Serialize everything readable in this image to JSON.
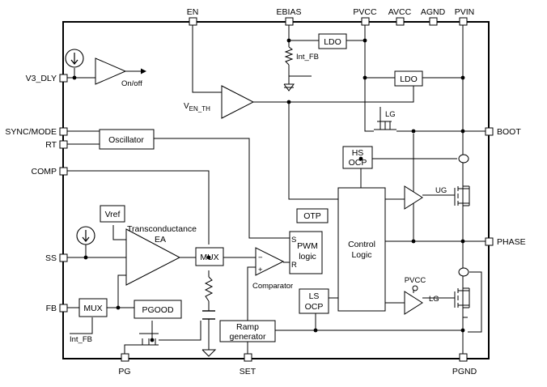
{
  "pins": {
    "en": "EN",
    "ebias": "EBIAS",
    "pvcc": "PVCC",
    "avcc": "AVCC",
    "agnd": "AGND",
    "pvin": "PVIN",
    "v3_dly": "V3_DLY",
    "sync_mode": "SYNC/MODE",
    "rt": "RT",
    "comp": "COMP",
    "ss": "SS",
    "fb": "FB",
    "boot": "BOOT",
    "phase": "PHASE",
    "pg": "PG",
    "set": "SET",
    "pgnd": "PGND"
  },
  "blocks": {
    "ldo_top": "LDO",
    "ldo_mid": "LDO",
    "oscillator": "Oscillator",
    "hs_ocp_1": "HS",
    "hs_ocp_2": "OCP",
    "otp": "OTP",
    "pwm_1": "PWM",
    "pwm_2": "logic",
    "control_1": "Control",
    "control_2": "Logic",
    "ls_ocp_1": "LS",
    "ls_ocp_2": "OCP",
    "vref": "Vref",
    "mux_ea": "MUX",
    "mux_fb": "MUX",
    "pgood": "PGOOD",
    "ramp_1": "Ramp",
    "ramp_2": "generator"
  },
  "labels": {
    "int_fb_top": "Int_FB",
    "int_fb_bottom": "Int_FB",
    "on_off": "On/off",
    "v_en_th_main": "V",
    "v_en_th_sub": "EN_TH",
    "lg_top": "LG",
    "ug": "UG",
    "lg_bottom": "LG",
    "pvcc_inner": "PVCC",
    "transconductance": "Transconductance",
    "ea": "EA",
    "comparator": "Comparator",
    "pwm_s": "S",
    "pwm_r": "R",
    "minus": "−",
    "plus": "+"
  }
}
